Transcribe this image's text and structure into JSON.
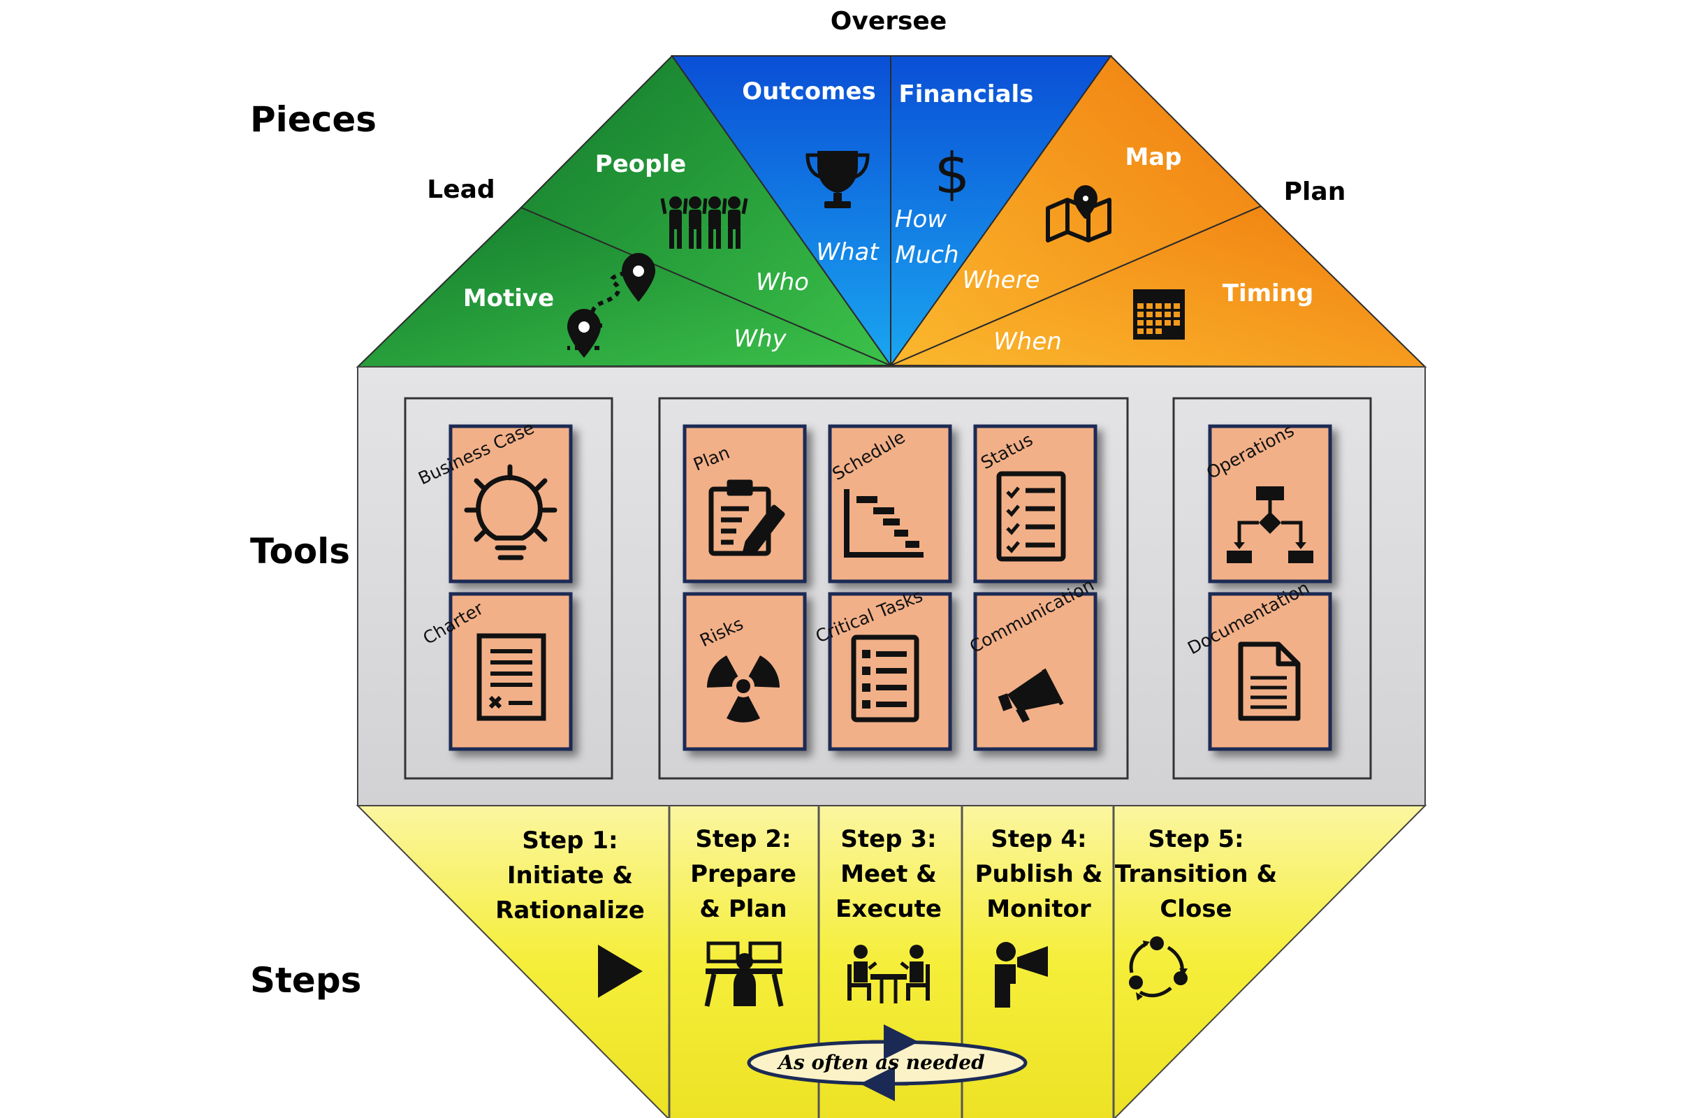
{
  "section_labels": {
    "pieces": "Pieces",
    "tools": "Tools",
    "steps": "Steps"
  },
  "role_labels": {
    "oversee": "Oversee",
    "lead": "Lead",
    "plan": "Plan"
  },
  "pieces": [
    {
      "name": "Motive",
      "question": "Why",
      "group": "Lead",
      "icon": "route-pins-icon"
    },
    {
      "name": "People",
      "question": "Who",
      "group": "Lead",
      "icon": "people-group-icon"
    },
    {
      "name": "Outcomes",
      "question": "What",
      "group": "Oversee",
      "icon": "trophy-icon"
    },
    {
      "name": "Financials",
      "question_line1": "How",
      "question_line2": "Much",
      "group": "Oversee",
      "icon": "dollar-icon"
    },
    {
      "name": "Map",
      "question": "Where",
      "group": "Plan",
      "icon": "map-pin-icon"
    },
    {
      "name": "Timing",
      "question": "When",
      "group": "Plan",
      "icon": "calendar-icon"
    }
  ],
  "tools": [
    {
      "label": "Business Case",
      "icon": "lightbulb-icon"
    },
    {
      "label": "Charter",
      "icon": "charter-document-icon"
    },
    {
      "label": "Plan",
      "icon": "clipboard-pencil-icon"
    },
    {
      "label": "Schedule",
      "icon": "gantt-chart-icon"
    },
    {
      "label": "Status",
      "icon": "checklist-icon"
    },
    {
      "label": "Risks",
      "icon": "radiation-icon"
    },
    {
      "label": "Critical Tasks",
      "icon": "task-list-icon"
    },
    {
      "label": "Communication",
      "icon": "megaphone-icon"
    },
    {
      "label": "Operations",
      "icon": "flowchart-icon"
    },
    {
      "label": "Documentation",
      "icon": "document-icon"
    }
  ],
  "steps": [
    {
      "lines": [
        "Step 1:",
        "Initiate &",
        "Rationalize"
      ],
      "icon": "play-icon"
    },
    {
      "lines": [
        "Step 2:",
        "Prepare",
        "& Plan"
      ],
      "icon": "workstations-icon"
    },
    {
      "lines": [
        "Step 3:",
        "Meet &",
        "Execute"
      ],
      "icon": "meeting-icon"
    },
    {
      "lines": [
        "Step 4:",
        "Publish &",
        "Monitor"
      ],
      "icon": "announcer-icon"
    },
    {
      "lines": [
        "Step 5:",
        "Transition &",
        "Close"
      ],
      "icon": "cycle-icon"
    }
  ],
  "loop_label": "As often as needed",
  "colors": {
    "lead_green": "#1f8f35",
    "oversee_blue": "#0b6fe8",
    "plan_orange": "#f39a1c",
    "tool_card": "#f2b088",
    "tools_panel": "#d8d8da",
    "steps_yellow": "#f2ea2a"
  }
}
